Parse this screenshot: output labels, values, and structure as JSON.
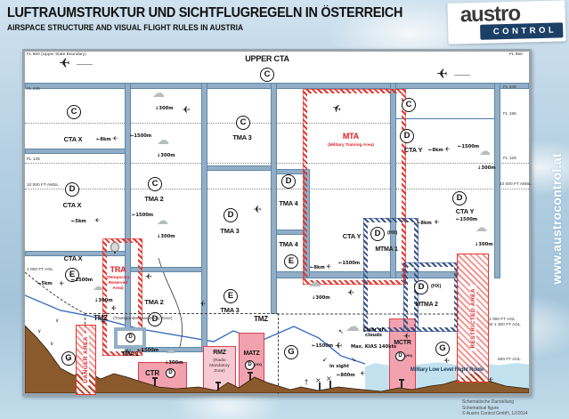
{
  "header": {
    "title": "LUFTRAUMSTRUKTUR UND SICHTFLUGREGELN IN ÖSTERREICH",
    "subtitle": "AIRSPACE STRUCTURE AND VISUAL FLIGHT RULES IN AUSTRIA"
  },
  "logo": {
    "brand": "austro",
    "control": "CONTROL"
  },
  "website": "www.austrocontrol.at",
  "footer": {
    "l1": "Schematische Darstellung",
    "l2": "Schematical figure",
    "l3": "© Austro Control GmbH, 12/2014"
  },
  "levels": {
    "upper_left": "FL 660 (Upper State Boundary)",
    "upper_right": "FL 660",
    "fl245": "FL 245",
    "fl195": "FL 195",
    "fl125": "FL 125",
    "amsl10000": "10 000 FT AMSL",
    "agl1000": "1 000 FT AGL",
    "agl1300": "W 1 300 FT AGL",
    "agl500": "500 FT AGL"
  },
  "classes": {
    "c": "C",
    "d": "D",
    "e": "E",
    "g": "G",
    "hx": "(HX)"
  },
  "zones": {
    "upper_cta": "UPPER CTA",
    "cta_x": "CTA X",
    "cta_y": "CTA Y",
    "tma1": "TMA 1",
    "tma2": "TMA 2",
    "tma3": "TMA 3",
    "tma4": "TMA 4",
    "mta": "MTA",
    "mta_sub": "(Military Training Area)",
    "tra": "TRA",
    "tra_sub": "(Temporary Reserved Area)",
    "mtma1": "MTMA 1",
    "mtma2": "MTMA 2",
    "tmz": "TMZ",
    "tmz_sub": "(Transponder Mandatory Zone)",
    "rmz": "RMZ",
    "rmz_sub": "(Radio Mandatory Zone)",
    "matz": "MATZ",
    "mctr": "MCTR",
    "ctr": "CTR",
    "danger": "DANGER AREA",
    "restricted": "RESTRICTED AREA",
    "mil_route": "Military Low Level Flight Route"
  },
  "minima": {
    "vis_high": "8km",
    "vis_low": "5km",
    "dist_cloud_h": "1500m",
    "dist_cloud_v": "300m",
    "vis_ground": "800m",
    "clear1": "Clear of",
    "clear2": "clouds",
    "kias": "Max. KIAS 140kts",
    "sight": "in sight"
  },
  "icons": {
    "plane": "✈",
    "cloud": "☁",
    "arrow_left": "←",
    "arrow_down": "↓",
    "arrow_ne": "↖",
    "arrow_se": "↘",
    "arrow_sw": "↙",
    "bird": "∨",
    "cross": "†",
    "rotor": "×"
  }
}
